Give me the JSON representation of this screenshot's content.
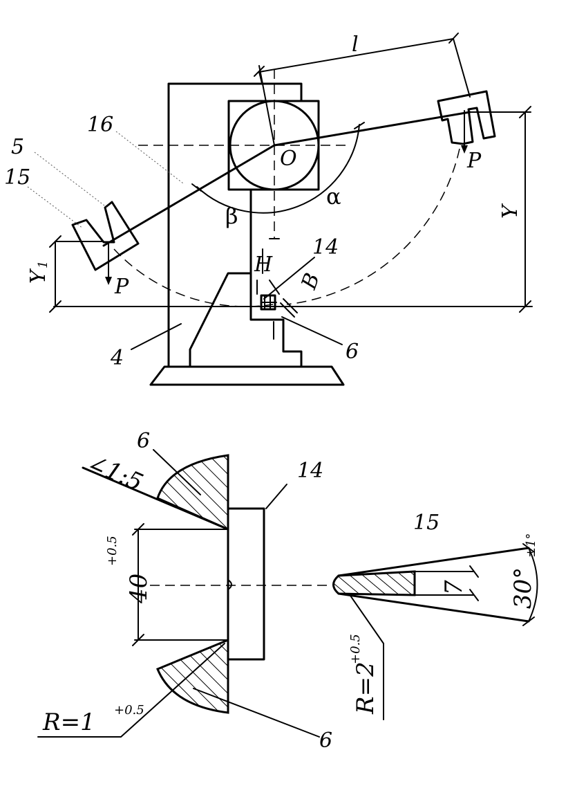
{
  "top": {
    "labels": {
      "l": "l",
      "o": "O",
      "p_right": "P",
      "p_left": "P",
      "y_right": "Y",
      "y_left": "Y",
      "y_left_sub": "1",
      "n16": "16",
      "n5": "5",
      "n15": "15",
      "n14": "14",
      "n4": "4",
      "n6": "6",
      "alpha": "α",
      "beta": "β",
      "h": "H",
      "b": "B"
    }
  },
  "bottom": {
    "labels": {
      "n6_top": "6",
      "n6_bottom": "6",
      "n14": "14",
      "n15": "15",
      "taper": "∠1:5",
      "dim40": "40",
      "dim40_tol": "+0.5",
      "r1_base": "R=1",
      "r1_tol": "+0.5",
      "r2_base": "R=2",
      "r2_tol": "+0.5",
      "dim7": "7",
      "dim30": "30°",
      "dim30_tol": "±1°"
    }
  }
}
